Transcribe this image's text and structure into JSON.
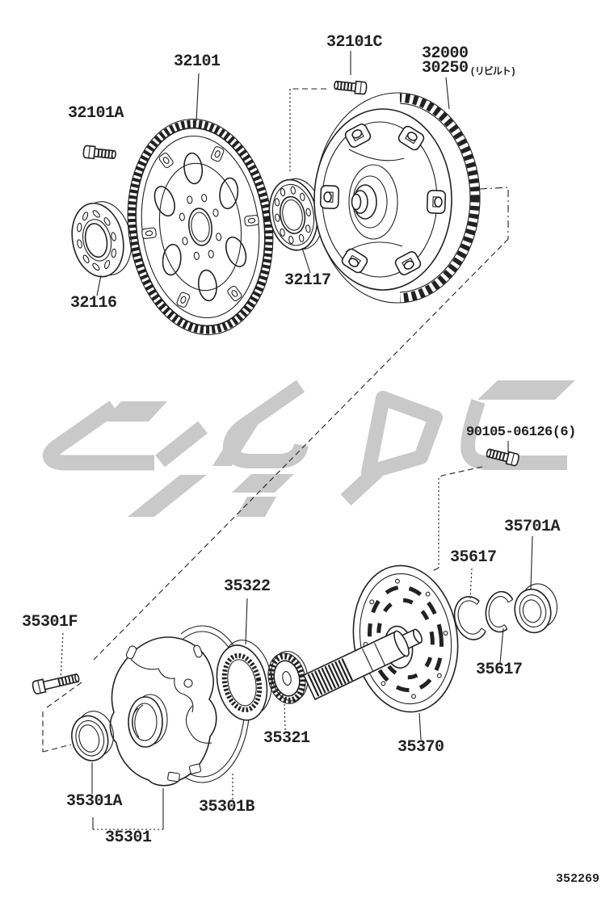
{
  "page": {
    "number": "352269",
    "background_color": "#ffffff",
    "line_color": "#222222",
    "watermark_color": "#c9c9c9"
  },
  "labels": {
    "p32101": "32101",
    "p32101A": "32101A",
    "p32101C": "32101C",
    "p32000": "32000",
    "p30250": "30250",
    "p30250_note": "(リビルト)",
    "p32116": "32116",
    "p32117": "32117",
    "p90105": "90105-06126(6)",
    "p35701A": "35701A",
    "p35617_upper": "35617",
    "p35617_lower": "35617",
    "p35322": "35322",
    "p35301F": "35301F",
    "p35321": "35321",
    "p35370": "35370",
    "p35301A": "35301A",
    "p35301B": "35301B",
    "p35301": "35301"
  }
}
